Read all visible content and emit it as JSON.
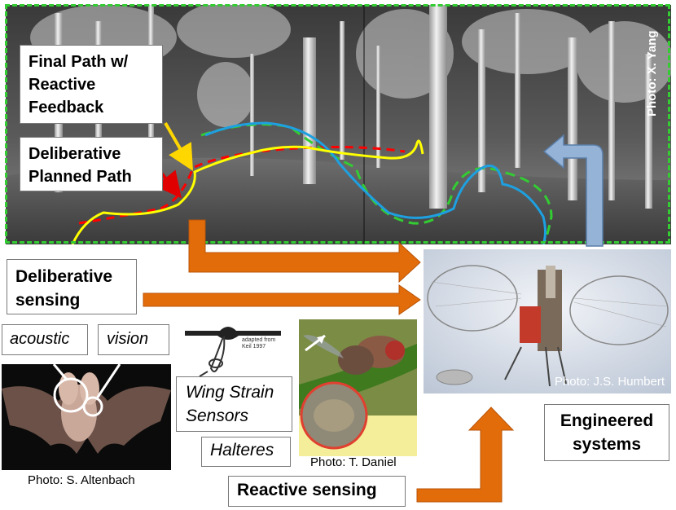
{
  "forest_panel": {
    "credit": "Photo: X. Yang",
    "box_final_path_lines": [
      "Final Path w/",
      "Reactive",
      "Feedback"
    ],
    "box_deliberative_path_lines": [
      "Deliberative",
      "Planned Path"
    ]
  },
  "deliberative_sensing_lines": [
    "Deliberative",
    "sensing"
  ],
  "acoustic_label": "acoustic",
  "vision_label": "vision",
  "bat_credit": "Photo: S. Altenbach",
  "insect_diagram": {
    "adapted_lines": [
      "adapted from",
      "Keil 1997"
    ]
  },
  "wing_strain_lines": [
    "Wing Strain",
    "Sensors"
  ],
  "halteres_label": "Halteres",
  "fly_credit": "Photo: T. Daniel",
  "robot_credit": "Photo: J.S. Humbert",
  "engineered_lines": [
    "Engineered",
    "systems"
  ],
  "reactive_sensing_label": "Reactive sensing",
  "colors": {
    "orange_arrow": "#e36c0a",
    "blue_arrow": "#95b3d7",
    "green_dashed": "#33cc33",
    "yellow_path": "#ffff00",
    "red_path": "#ff0000",
    "blue_path": "#1ea0e0"
  }
}
